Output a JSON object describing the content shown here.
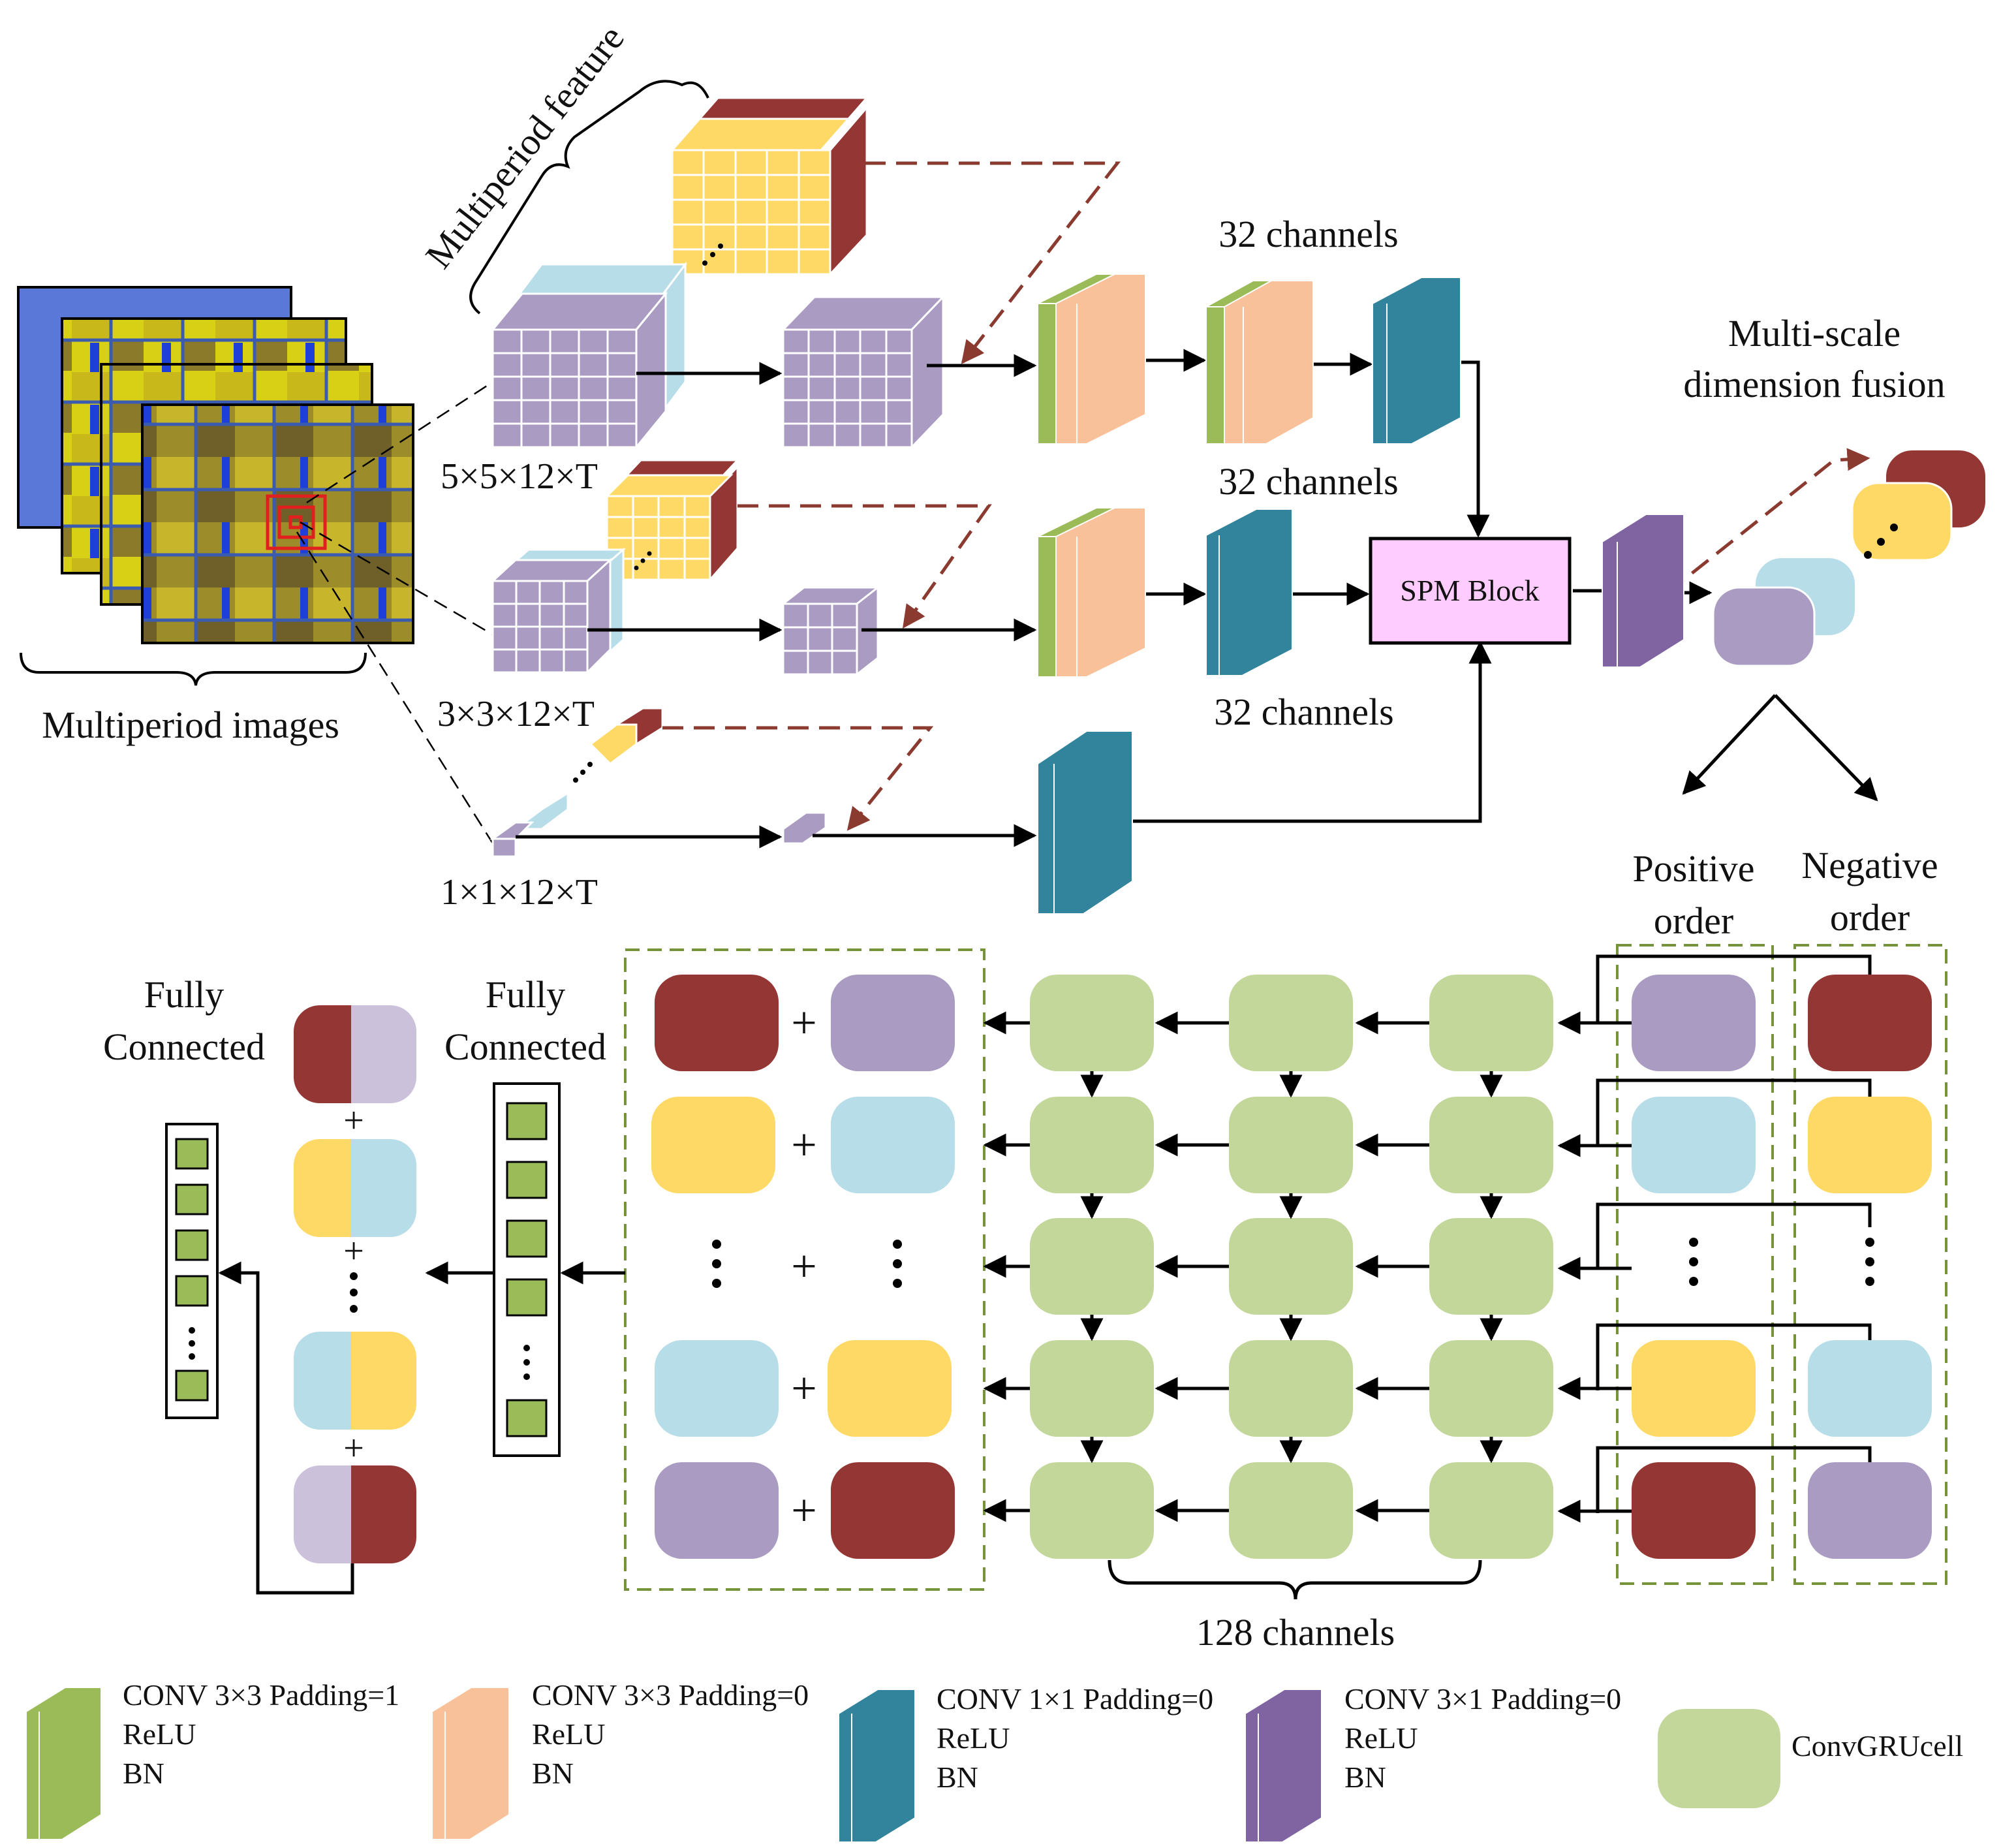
{
  "labels": {
    "multiperiod_feature": "Multiperiod feature",
    "multiperiod_images": "Multiperiod images",
    "size_5": "5×5×12×T",
    "size_3": "3×3×12×T",
    "size_1": "1×1×12×T",
    "channels_top": "32 channels",
    "channels_mid": "32 channels",
    "channels_bottom": "32 channels",
    "spm_block": "SPM Block",
    "msdf_line1": "Multi-scale",
    "msdf_line2": "dimension fusion",
    "positive_line1": "Positive",
    "positive_line2": "order",
    "negative_line1": "Negative",
    "negative_line2": "order",
    "fc_left_line1": "Fully",
    "fc_left_line2": "Connected",
    "fc_mid_line1": "Fully",
    "fc_mid_line2": "Connected",
    "channels_128": "128 channels",
    "plus": "+"
  },
  "legend": [
    {
      "line1": "CONV 3×3 Padding=1",
      "line2": "ReLU",
      "line3": "BN",
      "color": "#9bbb59"
    },
    {
      "line1": "CONV 3×3 Padding=0",
      "line2": "ReLU",
      "line3": "BN",
      "color": "#f9c19a"
    },
    {
      "line1": "CONV 1×1 Padding=0",
      "line2": "ReLU",
      "line3": "BN",
      "color": "#31849b"
    },
    {
      "line1": "CONV 3×1 Padding=0",
      "line2": "ReLU",
      "line3": "BN",
      "color": "#8064a2"
    },
    {
      "line1": "ConvGRUcell",
      "color": "#c4d79b"
    }
  ],
  "colors": {
    "maroon": "#943634",
    "yellow": "#ffd966",
    "lightblue": "#b7dde8",
    "purple": "#a99bc1",
    "lavender": "#ccc1da",
    "spm_fill": "#ffccff",
    "green_box": "#c4d79b",
    "dashed_arrow": "#8b3a2f",
    "fc_square": "#9bbb59"
  },
  "icons": [
    "satellite-image-stack",
    "feature-cube",
    "conv-layer-slab",
    "convgru-cell"
  ]
}
